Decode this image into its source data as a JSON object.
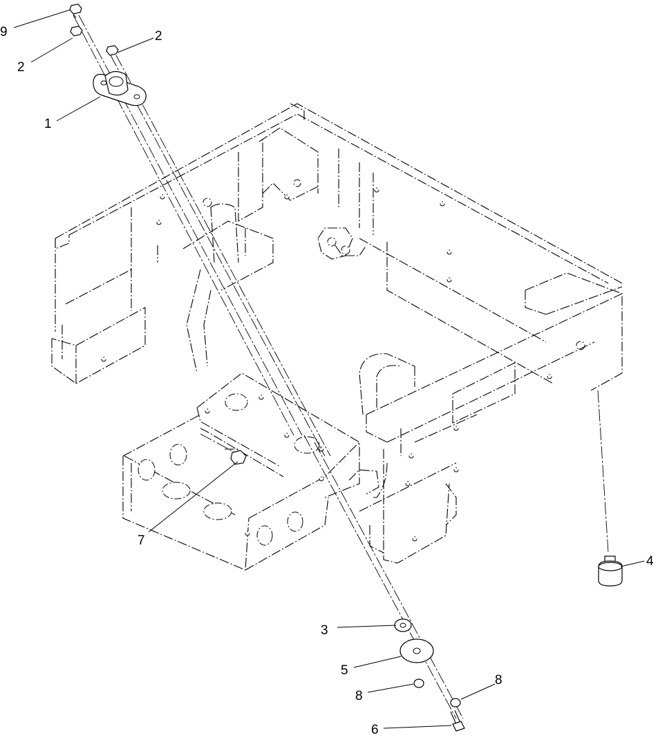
{
  "callouts": [
    {
      "id": "c9",
      "label": "9"
    },
    {
      "id": "c2a",
      "label": "2"
    },
    {
      "id": "c2b",
      "label": "2"
    },
    {
      "id": "c1",
      "label": "1"
    },
    {
      "id": "c7",
      "label": "7"
    },
    {
      "id": "c4",
      "label": "4"
    },
    {
      "id": "c3",
      "label": "3"
    },
    {
      "id": "c5",
      "label": "5"
    },
    {
      "id": "c8a",
      "label": "8"
    },
    {
      "id": "c8b",
      "label": "8"
    },
    {
      "id": "c6",
      "label": "6"
    }
  ]
}
